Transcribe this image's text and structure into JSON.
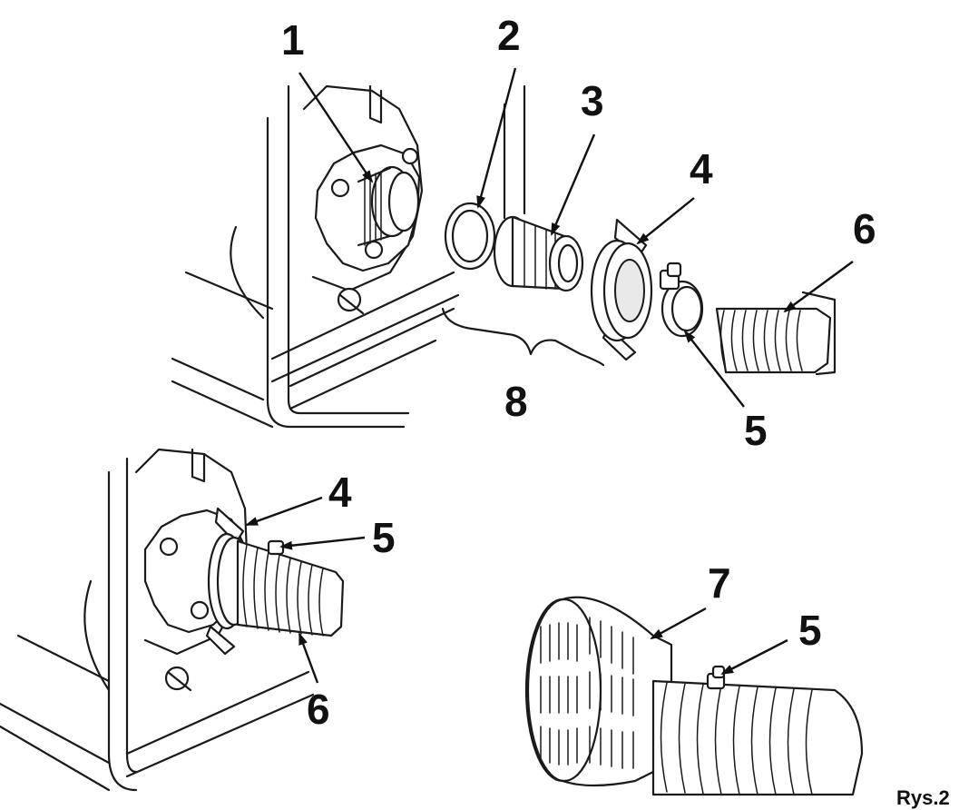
{
  "figure_label": "Rys.2",
  "callouts": {
    "top_1": "1",
    "top_2": "2",
    "top_3": "3",
    "top_4": "4",
    "top_5": "5",
    "top_6": "6",
    "top_8": "8",
    "left_4": "4",
    "left_5": "5",
    "left_6": "6",
    "right_7": "7",
    "right_5": "5"
  },
  "colors": {
    "line": "#1a1a1a",
    "background": "#ffffff"
  }
}
